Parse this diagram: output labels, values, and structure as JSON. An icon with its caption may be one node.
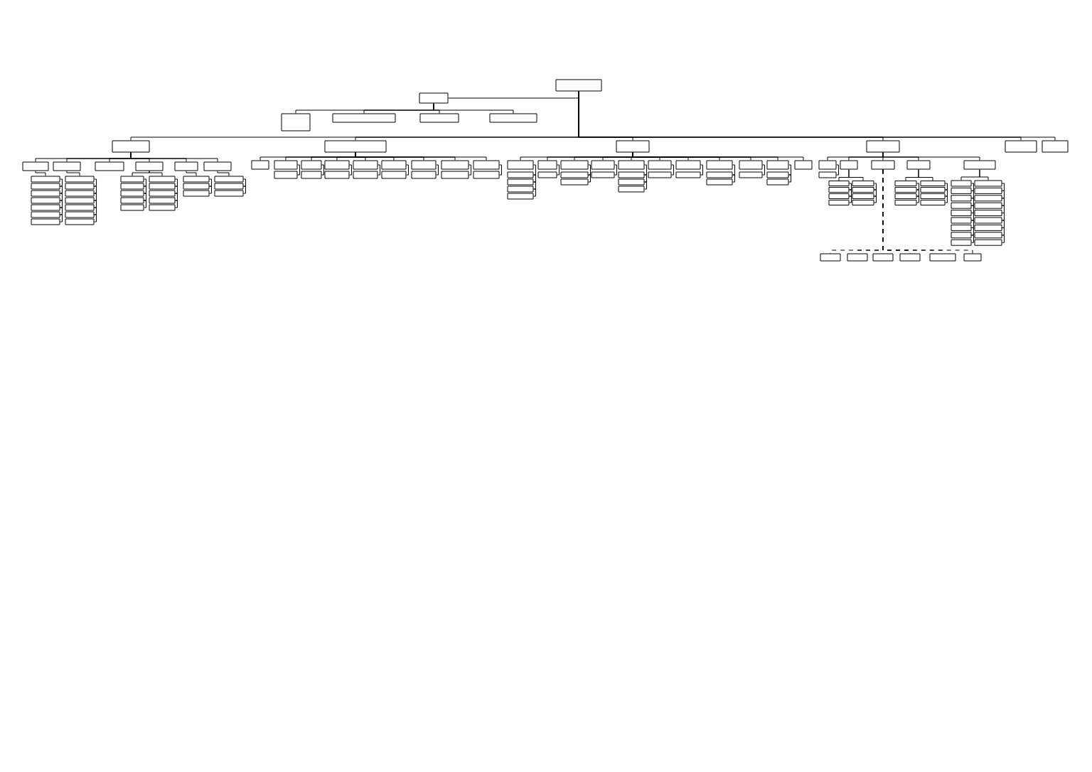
{
  "diagram": {
    "nodes": [
      {
        "text": [],
        "shape": "box"
      },
      {
        "text": [],
        "shape": "box"
      },
      {
        "text": [],
        "shape": "box"
      },
      {
        "text": [],
        "shape": "box"
      },
      {
        "text": [],
        "shape": "box"
      },
      {
        "text": [],
        "shape": "box"
      },
      {
        "text": [],
        "shape": "box"
      },
      {
        "text": [],
        "shape": "box"
      },
      {
        "text": [],
        "shape": "box"
      },
      {
        "text": [],
        "shape": "box"
      },
      {
        "text": [],
        "shape": "box"
      },
      {
        "text": [],
        "shape": "box"
      },
      {
        "text": [],
        "shape": "box"
      },
      {
        "text": [],
        "shape": "box"
      },
      {
        "text": [],
        "shape": "box"
      },
      {
        "text": [],
        "shape": "box"
      },
      {
        "text": [],
        "shape": "box"
      },
      {
        "text": [],
        "shape": "box"
      },
      {
        "text": [],
        "shape": "box"
      },
      {
        "text": [],
        "shape": "box"
      },
      {
        "text": [],
        "shape": "box"
      },
      {
        "text": [],
        "shape": "box"
      },
      {
        "text": [],
        "shape": "box"
      },
      {
        "text": [],
        "shape": "box"
      },
      {
        "text": [],
        "shape": "box"
      },
      {
        "text": [],
        "shape": "box"
      },
      {
        "text": [],
        "shape": "box"
      },
      {
        "text": [],
        "shape": "box"
      },
      {
        "text": [],
        "shape": "box"
      },
      {
        "text": [],
        "shape": "box"
      },
      {
        "text": [],
        "shape": "box"
      },
      {
        "text": [],
        "shape": "box"
      },
      {
        "text": [],
        "shape": "box"
      },
      {
        "text": [],
        "shape": "box"
      },
      {
        "text": [],
        "shape": "box"
      },
      {
        "text": [],
        "shape": "box"
      },
      {
        "text": [],
        "shape": "box"
      },
      {
        "text": [],
        "shape": "box"
      },
      {
        "text": [],
        "shape": "box"
      },
      {
        "text": [],
        "shape": "box"
      },
      {
        "text": [],
        "shape": "box"
      },
      {
        "text": [],
        "shape": "box"
      },
      {
        "text": [],
        "shape": "box"
      },
      {
        "text": [],
        "shape": "box"
      },
      {
        "text": [],
        "shape": "box"
      },
      {
        "text": [],
        "shape": "box"
      },
      {
        "text": [],
        "shape": "box"
      },
      {
        "text": [],
        "shape": "box"
      },
      {
        "text": [],
        "shape": "box"
      },
      {
        "text": [],
        "shape": "box"
      },
      {
        "text": [],
        "shape": "box"
      },
      {
        "text": [],
        "shape": "box"
      },
      {
        "text": [],
        "shape": "box"
      },
      {
        "text": [],
        "shape": "box"
      },
      {
        "text": [],
        "shape": "box"
      },
      {
        "text": [],
        "shape": "box"
      },
      {
        "text": [],
        "shape": "box"
      },
      {
        "text": [],
        "shape": "box"
      },
      {
        "text": [],
        "shape": "box"
      },
      {
        "text": [],
        "shape": "box"
      },
      {
        "text": [],
        "shape": "box"
      },
      {
        "text": [],
        "shape": "box"
      },
      {
        "text": [],
        "shape": "box"
      },
      {
        "text": [],
        "shape": "box"
      },
      {
        "text": [],
        "shape": "box"
      },
      {
        "text": [],
        "shape": "box"
      },
      {
        "text": [],
        "shape": "box"
      },
      {
        "text": [],
        "shape": "box"
      },
      {
        "text": [],
        "shape": "box"
      },
      {
        "text": [],
        "shape": "box"
      },
      {
        "text": [],
        "shape": "box"
      },
      {
        "text": [],
        "shape": "box"
      },
      {
        "text": [],
        "shape": "box"
      },
      {
        "text": [],
        "shape": "box"
      },
      {
        "text": [],
        "shape": "box"
      },
      {
        "text": [],
        "shape": "box"
      },
      {
        "text": [],
        "shape": "box"
      },
      {
        "text": [],
        "shape": "box"
      },
      {
        "text": [],
        "shape": "box"
      },
      {
        "text": [],
        "shape": "box"
      },
      {
        "text": [],
        "shape": "box"
      },
      {
        "text": [],
        "shape": "box"
      },
      {
        "text": [],
        "shape": "box"
      },
      {
        "text": [],
        "shape": "box"
      },
      {
        "text": [],
        "shape": "box"
      },
      {
        "text": [],
        "shape": "box"
      },
      {
        "text": [],
        "shape": "box"
      },
      {
        "text": [],
        "shape": "box"
      },
      {
        "text": [],
        "shape": "box"
      },
      {
        "text": [],
        "shape": "box"
      },
      {
        "text": [],
        "shape": "box"
      },
      {
        "text": [],
        "shape": "box"
      },
      {
        "text": [],
        "shape": "box"
      },
      {
        "text": [],
        "shape": "box"
      },
      {
        "text": [],
        "shape": "box"
      },
      {
        "text": [],
        "shape": "box"
      },
      {
        "text": [],
        "shape": "box"
      },
      {
        "text": [],
        "shape": "box"
      },
      {
        "text": [],
        "shape": "box"
      },
      {
        "text": [],
        "shape": "box"
      },
      {
        "text": [],
        "shape": "box"
      },
      {
        "text": [],
        "shape": "box"
      },
      {
        "text": [],
        "shape": "box"
      },
      {
        "text": [],
        "shape": "box"
      },
      {
        "text": [],
        "shape": "box"
      },
      {
        "text": [],
        "shape": "box"
      },
      {
        "text": [],
        "shape": "box"
      },
      {
        "text": [],
        "shape": "box"
      },
      {
        "text": [],
        "shape": "box"
      },
      {
        "text": [],
        "shape": "box"
      },
      {
        "text": [],
        "shape": "box"
      },
      {
        "text": [],
        "shape": "box"
      },
      {
        "text": [],
        "shape": "box"
      },
      {
        "text": [],
        "shape": "box"
      },
      {
        "text": [],
        "shape": "box"
      },
      {
        "text": [],
        "shape": "box"
      },
      {
        "text": [],
        "shape": "box"
      },
      {
        "text": [],
        "shape": "box"
      },
      {
        "text": [],
        "shape": "box"
      },
      {
        "text": [],
        "shape": "box"
      },
      {
        "text": [],
        "shape": "box"
      },
      {
        "text": [],
        "shape": "box"
      },
      {
        "text": [],
        "shape": "box"
      },
      {
        "text": [],
        "shape": "box"
      },
      {
        "text": [],
        "shape": "box"
      },
      {
        "text": [],
        "shape": "box"
      },
      {
        "text": [],
        "shape": "box"
      },
      {
        "text": [],
        "shape": "box"
      },
      {
        "text": [],
        "shape": "box"
      },
      {
        "text": [],
        "shape": "box"
      },
      {
        "text": [],
        "shape": "box"
      },
      {
        "text": [],
        "shape": "box"
      },
      {
        "text": [],
        "shape": "box"
      },
      {
        "text": [],
        "shape": "box"
      },
      {
        "text": [],
        "shape": "box"
      },
      {
        "text": [],
        "shape": "box"
      },
      {
        "text": [],
        "shape": "box"
      },
      {
        "text": [],
        "shape": "box"
      },
      {
        "text": [],
        "shape": "box"
      },
      {
        "text": [],
        "shape": "box"
      }
    ],
    "edges": [
      {
        "from": 0,
        "to": 1,
        "arrow": "none"
      },
      {
        "from": 1,
        "to": 2,
        "arrow": "none"
      },
      {
        "from": 1,
        "to": 3,
        "arrow": "none"
      },
      {
        "from": 1,
        "to": 4,
        "arrow": "none"
      },
      {
        "from": 1,
        "to": 5,
        "arrow": "none"
      },
      {
        "from": 0,
        "to": 6,
        "arrow": "none"
      },
      {
        "from": 0,
        "to": 7,
        "arrow": "none"
      },
      {
        "from": 0,
        "to": 8,
        "arrow": "none"
      },
      {
        "from": 0,
        "to": 9,
        "arrow": "none"
      },
      {
        "from": 0,
        "to": 10,
        "arrow": "none"
      },
      {
        "from": 0,
        "to": 11,
        "arrow": "none"
      },
      {
        "from": 6,
        "to": 12,
        "arrow": "none"
      },
      {
        "from": 6,
        "to": 13,
        "arrow": "none"
      },
      {
        "from": 6,
        "to": 14,
        "arrow": "none"
      },
      {
        "from": 6,
        "to": 15,
        "arrow": "none"
      },
      {
        "from": 6,
        "to": 16,
        "arrow": "none"
      },
      {
        "from": 6,
        "to": 17,
        "arrow": "none"
      },
      {
        "from": 12,
        "to": 18,
        "arrow": "none"
      },
      {
        "from": 18,
        "to": 19,
        "arrow": "none"
      },
      {
        "from": 19,
        "to": 20,
        "arrow": "none"
      },
      {
        "from": 20,
        "to": 21,
        "arrow": "none"
      },
      {
        "from": 21,
        "to": 22,
        "arrow": "none"
      },
      {
        "from": 22,
        "to": 23,
        "arrow": "none"
      },
      {
        "from": 23,
        "to": 24,
        "arrow": "none"
      },
      {
        "from": 13,
        "to": 25,
        "arrow": "none"
      },
      {
        "from": 25,
        "to": 26,
        "arrow": "none"
      },
      {
        "from": 26,
        "to": 27,
        "arrow": "none"
      },
      {
        "from": 27,
        "to": 28,
        "arrow": "none"
      },
      {
        "from": 28,
        "to": 29,
        "arrow": "none"
      },
      {
        "from": 29,
        "to": 30,
        "arrow": "none"
      },
      {
        "from": 30,
        "to": 31,
        "arrow": "none"
      },
      {
        "from": 15,
        "to": 32,
        "arrow": "none"
      },
      {
        "from": 32,
        "to": 33,
        "arrow": "none"
      },
      {
        "from": 33,
        "to": 34,
        "arrow": "none"
      },
      {
        "from": 34,
        "to": 35,
        "arrow": "none"
      },
      {
        "from": 35,
        "to": 36,
        "arrow": "none"
      },
      {
        "from": 15,
        "to": 37,
        "arrow": "none"
      },
      {
        "from": 37,
        "to": 38,
        "arrow": "none"
      },
      {
        "from": 38,
        "to": 39,
        "arrow": "none"
      },
      {
        "from": 39,
        "to": 40,
        "arrow": "none"
      },
      {
        "from": 40,
        "to": 41,
        "arrow": "none"
      },
      {
        "from": 16,
        "to": 42,
        "arrow": "none"
      },
      {
        "from": 42,
        "to": 43,
        "arrow": "none"
      },
      {
        "from": 43,
        "to": 44,
        "arrow": "none"
      },
      {
        "from": 17,
        "to": 45,
        "arrow": "none"
      },
      {
        "from": 45,
        "to": 46,
        "arrow": "none"
      },
      {
        "from": 46,
        "to": 47,
        "arrow": "none"
      },
      {
        "from": 7,
        "to": 48,
        "arrow": "none"
      },
      {
        "from": 7,
        "to": 49,
        "arrow": "none"
      },
      {
        "from": 7,
        "to": 50,
        "arrow": "none"
      },
      {
        "from": 7,
        "to": 51,
        "arrow": "none"
      },
      {
        "from": 7,
        "to": 52,
        "arrow": "none"
      },
      {
        "from": 7,
        "to": 53,
        "arrow": "none"
      },
      {
        "from": 7,
        "to": 54,
        "arrow": "none"
      },
      {
        "from": 7,
        "to": 55,
        "arrow": "none"
      },
      {
        "from": 7,
        "to": 56,
        "arrow": "none"
      },
      {
        "from": 49,
        "to": 57,
        "arrow": "none"
      },
      {
        "from": 50,
        "to": 58,
        "arrow": "none"
      },
      {
        "from": 51,
        "to": 59,
        "arrow": "none"
      },
      {
        "from": 52,
        "to": 60,
        "arrow": "none"
      },
      {
        "from": 53,
        "to": 61,
        "arrow": "none"
      },
      {
        "from": 54,
        "to": 62,
        "arrow": "none"
      },
      {
        "from": 55,
        "to": 63,
        "arrow": "none"
      },
      {
        "from": 56,
        "to": 64,
        "arrow": "none"
      },
      {
        "from": 8,
        "to": 65,
        "arrow": "none"
      },
      {
        "from": 8,
        "to": 66,
        "arrow": "none"
      },
      {
        "from": 8,
        "to": 67,
        "arrow": "none"
      },
      {
        "from": 8,
        "to": 68,
        "arrow": "none"
      },
      {
        "from": 8,
        "to": 69,
        "arrow": "none"
      },
      {
        "from": 8,
        "to": 70,
        "arrow": "none"
      },
      {
        "from": 8,
        "to": 71,
        "arrow": "none"
      },
      {
        "from": 8,
        "to": 72,
        "arrow": "none"
      },
      {
        "from": 8,
        "to": 73,
        "arrow": "none"
      },
      {
        "from": 8,
        "to": 74,
        "arrow": "none"
      },
      {
        "from": 8,
        "to": 75,
        "arrow": "none"
      },
      {
        "from": 65,
        "to": 76,
        "arrow": "none"
      },
      {
        "from": 76,
        "to": 77,
        "arrow": "none"
      },
      {
        "from": 77,
        "to": 78,
        "arrow": "none"
      },
      {
        "from": 78,
        "to": 79,
        "arrow": "none"
      },
      {
        "from": 66,
        "to": 80,
        "arrow": "none"
      },
      {
        "from": 67,
        "to": 81,
        "arrow": "none"
      },
      {
        "from": 81,
        "to": 82,
        "arrow": "none"
      },
      {
        "from": 68,
        "to": 83,
        "arrow": "none"
      },
      {
        "from": 69,
        "to": 84,
        "arrow": "none"
      },
      {
        "from": 84,
        "to": 85,
        "arrow": "none"
      },
      {
        "from": 85,
        "to": 86,
        "arrow": "none"
      },
      {
        "from": 70,
        "to": 87,
        "arrow": "none"
      },
      {
        "from": 71,
        "to": 88,
        "arrow": "none"
      },
      {
        "from": 72,
        "to": 89,
        "arrow": "none"
      },
      {
        "from": 89,
        "to": 90,
        "arrow": "none"
      },
      {
        "from": 73,
        "to": 91,
        "arrow": "none"
      },
      {
        "from": 74,
        "to": 92,
        "arrow": "none"
      },
      {
        "from": 92,
        "to": 93,
        "arrow": "none"
      },
      {
        "from": 9,
        "to": 94,
        "arrow": "none"
      },
      {
        "from": 9,
        "to": 95,
        "arrow": "none"
      },
      {
        "from": 9,
        "to": 96,
        "arrow": "none"
      },
      {
        "from": 9,
        "to": 97,
        "arrow": "none"
      },
      {
        "from": 9,
        "to": 98,
        "arrow": "none"
      },
      {
        "from": 94,
        "to": 99,
        "arrow": "none"
      },
      {
        "from": 95,
        "to": 100,
        "arrow": "none"
      },
      {
        "from": 100,
        "to": 101,
        "arrow": "none"
      },
      {
        "from": 101,
        "to": 102,
        "arrow": "none"
      },
      {
        "from": 102,
        "to": 103,
        "arrow": "none"
      },
      {
        "from": 95,
        "to": 104,
        "arrow": "none"
      },
      {
        "from": 104,
        "to": 105,
        "arrow": "none"
      },
      {
        "from": 105,
        "to": 106,
        "arrow": "none"
      },
      {
        "from": 106,
        "to": 107,
        "arrow": "none"
      },
      {
        "from": 96,
        "to": 108,
        "arrow": "none",
        "style": "dashed"
      },
      {
        "from": 96,
        "to": 109,
        "arrow": "none",
        "style": "dashed"
      },
      {
        "from": 96,
        "to": 110,
        "arrow": "none",
        "style": "dashed"
      },
      {
        "from": 96,
        "to": 111,
        "arrow": "none",
        "style": "dashed"
      },
      {
        "from": 96,
        "to": 112,
        "arrow": "none",
        "style": "dashed"
      },
      {
        "from": 96,
        "to": 113,
        "arrow": "none",
        "style": "dashed"
      },
      {
        "from": 97,
        "to": 114,
        "arrow": "none"
      },
      {
        "from": 114,
        "to": 115,
        "arrow": "none"
      },
      {
        "from": 115,
        "to": 116,
        "arrow": "none"
      },
      {
        "from": 116,
        "to": 117,
        "arrow": "none"
      },
      {
        "from": 97,
        "to": 118,
        "arrow": "none"
      },
      {
        "from": 118,
        "to": 119,
        "arrow": "none"
      },
      {
        "from": 119,
        "to": 120,
        "arrow": "none"
      },
      {
        "from": 120,
        "to": 121,
        "arrow": "none"
      },
      {
        "from": 98,
        "to": 122,
        "arrow": "none"
      },
      {
        "from": 122,
        "to": 123,
        "arrow": "none"
      },
      {
        "from": 123,
        "to": 124,
        "arrow": "none"
      },
      {
        "from": 124,
        "to": 125,
        "arrow": "none"
      },
      {
        "from": 125,
        "to": 126,
        "arrow": "none"
      },
      {
        "from": 126,
        "to": 127,
        "arrow": "none"
      },
      {
        "from": 127,
        "to": 128,
        "arrow": "none"
      },
      {
        "from": 128,
        "to": 129,
        "arrow": "none"
      },
      {
        "from": 129,
        "to": 130,
        "arrow": "none"
      },
      {
        "from": 98,
        "to": 131,
        "arrow": "none"
      },
      {
        "from": 131,
        "to": 132,
        "arrow": "none"
      },
      {
        "from": 132,
        "to": 133,
        "arrow": "none"
      },
      {
        "from": 133,
        "to": 134,
        "arrow": "none"
      },
      {
        "from": 134,
        "to": 135,
        "arrow": "none"
      },
      {
        "from": 135,
        "to": 136,
        "arrow": "none"
      },
      {
        "from": 136,
        "to": 137,
        "arrow": "none"
      },
      {
        "from": 137,
        "to": 138,
        "arrow": "none"
      },
      {
        "from": 138,
        "to": 139,
        "arrow": "none"
      }
    ]
  }
}
